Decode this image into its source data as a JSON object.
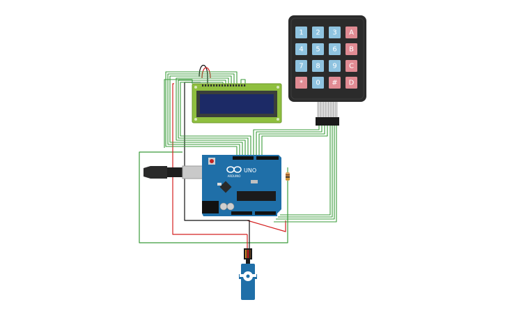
{
  "board": {
    "brand": "ARDUINO",
    "model": "UNO"
  },
  "keypad": {
    "keys": [
      [
        "1",
        "2",
        "3",
        "A"
      ],
      [
        "4",
        "5",
        "6",
        "B"
      ],
      [
        "7",
        "8",
        "9",
        "C"
      ],
      [
        "*",
        "0",
        "#",
        "D"
      ]
    ],
    "colors": {
      "digit": "#8fc3e0",
      "letter": "#e08b93",
      "body": "#2b2b2b"
    }
  },
  "lcd": {
    "screen_color": "#1c2a66",
    "frame_color": "#8fbf3f"
  },
  "wire_colors": {
    "data": "#3a9b3a",
    "power": "#d42020",
    "ground": "#111111"
  }
}
